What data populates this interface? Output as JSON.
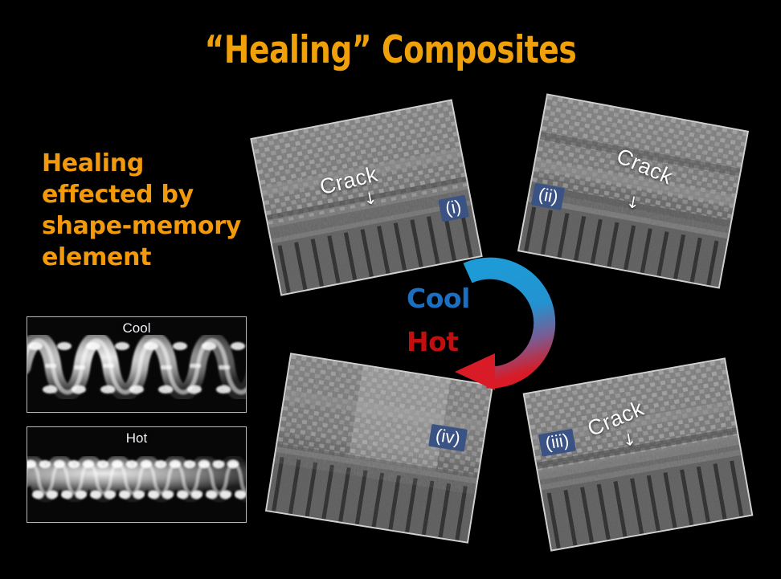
{
  "slide": {
    "background_color": "#000000",
    "title": "“Healing” Composites",
    "title_color": "#F0A008"
  },
  "caption": {
    "line1": "Healing",
    "line2": "effected by",
    "line3": "shape-memory",
    "line4": "element",
    "color": "#F2990C"
  },
  "insets": [
    {
      "id": "cool",
      "label": "Cool",
      "description": "loose stretched helical coil of shape-memory wire"
    },
    {
      "id": "hot",
      "label": "Hot",
      "description": "tightly contracted dense helical coil of shape-memory wire"
    }
  ],
  "panels": [
    {
      "id": "i",
      "badge": "(i)",
      "crack_label": "Crack",
      "crack_arrow": "↓",
      "has_crack": true,
      "description": "grayscale micrograph of cracked composite specimen with ruler teeth"
    },
    {
      "id": "ii",
      "badge": "(ii)",
      "crack_label": "Crack",
      "crack_arrow": "↓",
      "has_crack": true,
      "description": "grayscale micrograph of cracked composite specimen with ruler teeth"
    },
    {
      "id": "iii",
      "badge": "(iii)",
      "crack_label": "Crack",
      "crack_arrow": "↓",
      "has_crack": true,
      "description": "grayscale micrograph of cracked composite specimen with ruler teeth"
    },
    {
      "id": "iv",
      "badge": "(iv)",
      "crack_label": "",
      "crack_arrow": "",
      "has_crack": false,
      "description": "grayscale micrograph of healed composite specimen with ruler teeth"
    }
  ],
  "cycle": {
    "cool_label": "Cool",
    "cool_color": "#1C6FC0",
    "hot_label": "Hot",
    "hot_color": "#C20E0E",
    "arrow_gradient_start": "#1E9AD6",
    "arrow_gradient_end": "#D81B26",
    "direction": "counter-clockwise cycle arrow"
  },
  "badge_style": {
    "background": "#3b5284",
    "text_color": "#ffffff"
  }
}
